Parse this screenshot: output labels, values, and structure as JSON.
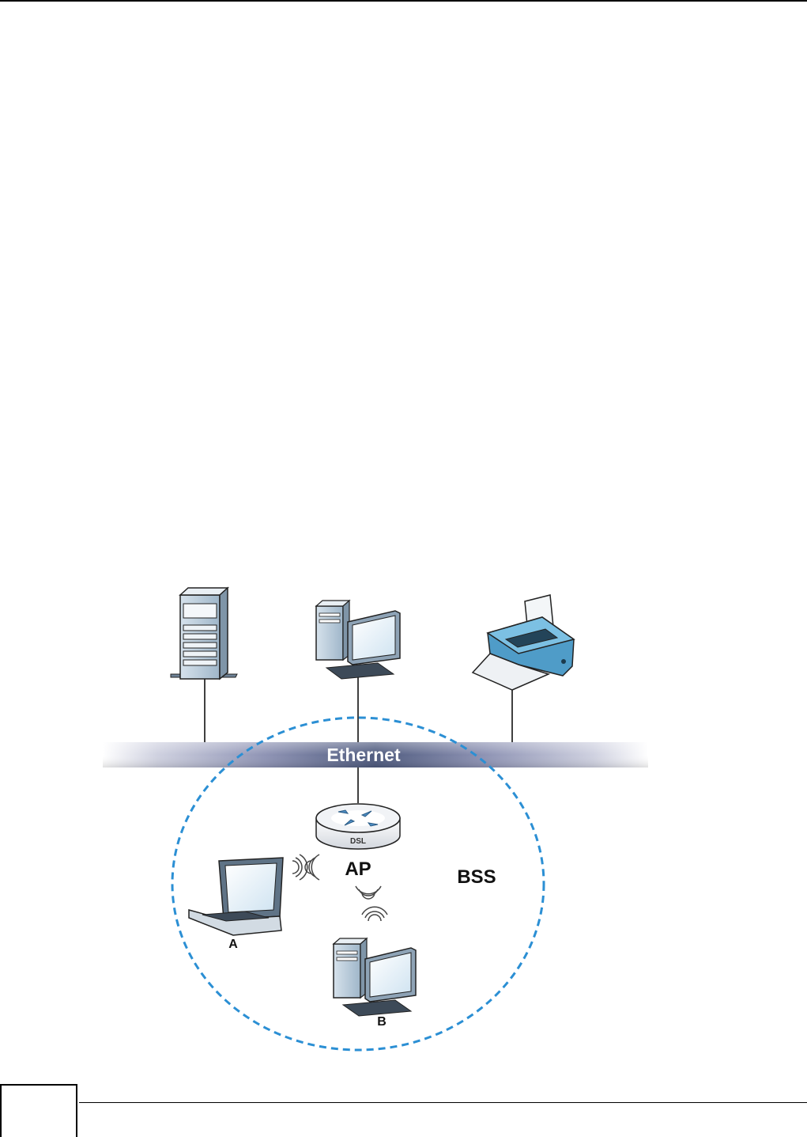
{
  "diagram": {
    "ethernet_label": "Ethernet",
    "ap_label": "AP",
    "bss_label": "BSS",
    "router_badge": "DSL",
    "station_a_label": "A",
    "station_b_label": "B",
    "bss_ring_color": "#2b8fd4",
    "ethernet_bar_color": "#4e5a7e"
  },
  "footer": {
    "page_number": ""
  }
}
